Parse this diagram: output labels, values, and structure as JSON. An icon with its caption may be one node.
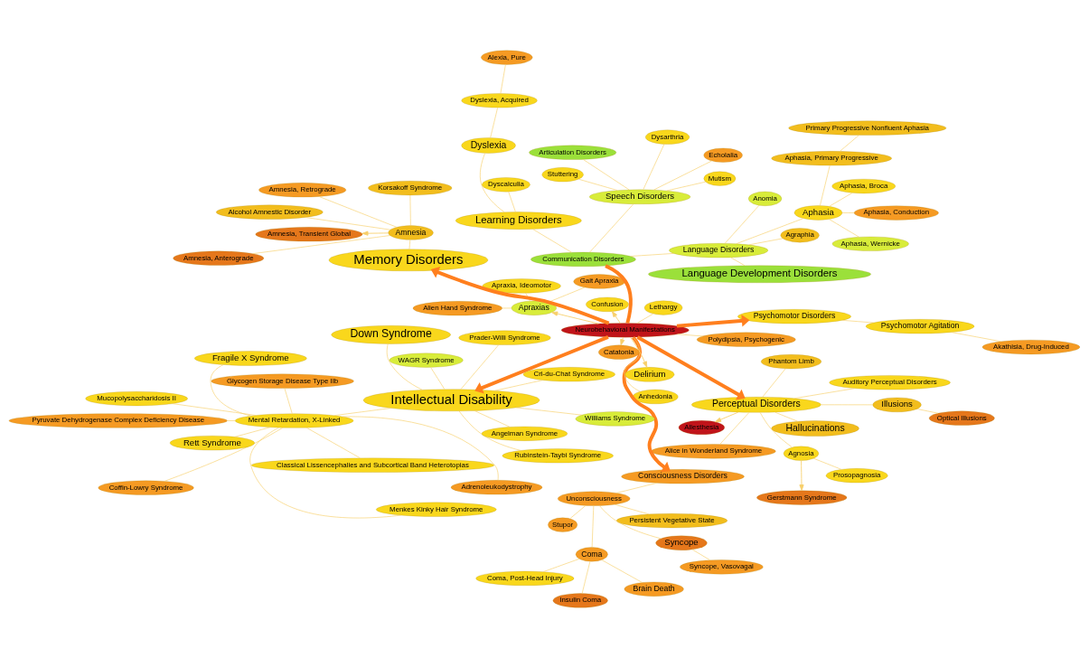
{
  "diagram": {
    "nodes": [
      {
        "text": [
          "Coma, Post-Head Injury"
        ]
      },
      {
        "text": [
          "Brain Death"
        ]
      },
      {
        "text": [
          "Insulin Coma"
        ]
      },
      {
        "text": [
          "Coma"
        ]
      },
      {
        "text": [
          "Persistent Vegetative State"
        ]
      },
      {
        "text": [
          "Stupor"
        ]
      },
      {
        "text": [
          "Syncope, Vasovagal"
        ]
      },
      {
        "text": [
          "Syncope"
        ]
      },
      {
        "text": [
          "Unconsciousness"
        ]
      },
      {
        "text": [
          "Optical Illusions"
        ]
      },
      {
        "text": [
          "Prosopagnosia"
        ]
      },
      {
        "text": [
          "Gerstmann Syndrome"
        ]
      },
      {
        "text": [
          "Agnosia"
        ]
      },
      {
        "text": [
          "Illusions"
        ]
      },
      {
        "text": [
          "Auditory Perceptual Disorders"
        ]
      },
      {
        "text": [
          "Alice in Wonderland Syndrome"
        ]
      },
      {
        "text": [
          "Hallucinations"
        ]
      },
      {
        "text": [
          "Phantom Limb"
        ]
      },
      {
        "text": [
          "Allesthesia"
        ]
      },
      {
        "text": [
          "Perceptual Disorders"
        ]
      },
      {
        "text": [
          "Apraxia, Ideomotor"
        ]
      },
      {
        "text": [
          "Alien Hand Syndrome"
        ]
      },
      {
        "text": [
          "Consciousness Disorders"
        ]
      },
      {
        "text": [
          "Gait Apraxia"
        ]
      },
      {
        "text": [
          "Apraxias"
        ]
      },
      {
        "text": [
          "Akathisia, Drug-Induced"
        ]
      },
      {
        "text": [
          "Psychomotor Agitation"
        ]
      },
      {
        "text": [
          "Psychomotor Disorders"
        ]
      },
      {
        "text": [
          "Anhedonia"
        ]
      },
      {
        "text": [
          "Polydipsia, Psychogenic"
        ]
      },
      {
        "text": [
          "Neurobehavioral Manifestations"
        ]
      },
      {
        "text": [
          "Lethargy"
        ]
      },
      {
        "text": [
          "Catatonia"
        ]
      },
      {
        "text": [
          "Confusion"
        ]
      },
      {
        "text": [
          "Memory Disorders"
        ]
      },
      {
        "text": [
          "Delirium"
        ]
      },
      {
        "text": [
          "Amnesia, Retrograde"
        ]
      },
      {
        "text": [
          "Korsakoff Syndrome"
        ]
      },
      {
        "text": [
          "Amnesia"
        ]
      },
      {
        "text": [
          "Amnesia, Anterograde"
        ]
      },
      {
        "text": [
          "Alcohol Amnestic Disorder"
        ]
      },
      {
        "text": [
          "Amnesia, Transient Global"
        ]
      },
      {
        "text": [
          "Primary Progressive Nonfluent Aphasia"
        ]
      },
      {
        "text": [
          "Aphasia, Primary Progressive"
        ]
      },
      {
        "text": [
          "Aphasia, Conduction"
        ]
      },
      {
        "text": [
          "Stuttering"
        ]
      },
      {
        "text": [
          "Aphasia"
        ]
      },
      {
        "text": [
          "Aphasia, Wernicke"
        ]
      },
      {
        "text": [
          "Mutism"
        ]
      },
      {
        "text": [
          "Aphasia, Broca"
        ]
      },
      {
        "text": [
          "Anomia"
        ]
      },
      {
        "text": [
          "Speech Disorders"
        ]
      },
      {
        "text": [
          "Agraphia"
        ]
      },
      {
        "text": [
          "Language Disorders"
        ]
      },
      {
        "text": [
          "Echolalia"
        ]
      },
      {
        "text": [
          "Communication Disorders"
        ]
      },
      {
        "text": [
          "Language Development Disorders"
        ]
      },
      {
        "text": [
          "Articulation Disorders"
        ]
      },
      {
        "text": [
          "Learning Disorders"
        ]
      },
      {
        "text": [
          "Dyslexia"
        ]
      },
      {
        "text": [
          "Dyscalculia"
        ]
      },
      {
        "text": [
          "Dysarthria"
        ]
      },
      {
        "text": [
          "Dyslexia, Acquired"
        ]
      },
      {
        "text": [
          "Alexia, Pure"
        ]
      },
      {
        "text": [
          "Intellectual Disability"
        ]
      },
      {
        "text": [
          "WAGR Syndrome"
        ]
      },
      {
        "text": [
          "Cri-du-Chat Syndrome"
        ]
      },
      {
        "text": [
          "Williams Syndrome"
        ]
      },
      {
        "text": [
          "Rubinstein-Taybi Syndrome"
        ]
      },
      {
        "text": [
          "Down Syndrome"
        ]
      },
      {
        "text": [
          "Angelman Syndrome"
        ]
      },
      {
        "text": [
          "Prader-Willi Syndrome"
        ]
      },
      {
        "text": [
          "Mental Retardation, X-Linked"
        ]
      },
      {
        "text": [
          "Mucopolysaccharidosis II"
        ]
      },
      {
        "text": [
          "Classical Lissencephalies and Subcortical Band Heterotopias"
        ]
      },
      {
        "text": [
          "Menkes Kinky Hair Syndrome"
        ]
      },
      {
        "text": [
          "Glycogen Storage Disease Type IIb"
        ]
      },
      {
        "text": [
          "Coffin-Lowry Syndrome"
        ]
      },
      {
        "text": [
          "Pyruvate Dehydrogenase Complex Deficiency Disease"
        ]
      },
      {
        "text": [
          "Adrenoleukodystrophy"
        ]
      },
      {
        "text": [
          "Fragile X Syndrome"
        ]
      },
      {
        "text": [
          "Rett Syndrome"
        ]
      }
    ],
    "edges": [
      {
        "from": 30,
        "to": 22,
        "arrow": "to",
        "style": "thick",
        "color": "#ff7f1e"
      },
      {
        "from": 30,
        "to": 19,
        "arrow": "to",
        "style": "thick",
        "color": "#ff7f1e"
      },
      {
        "from": 30,
        "to": 24,
        "arrow": "to"
      },
      {
        "from": 30,
        "to": 27,
        "arrow": "to",
        "style": "thick",
        "color": "#ff7f1e"
      },
      {
        "from": 30,
        "to": 28,
        "arrow": "none"
      },
      {
        "from": 30,
        "to": 29,
        "arrow": "none"
      },
      {
        "from": 30,
        "to": 31,
        "arrow": "none"
      },
      {
        "from": 30,
        "to": 32,
        "arrow": "to"
      },
      {
        "from": 30,
        "to": 33,
        "arrow": "to"
      },
      {
        "from": 30,
        "to": 34,
        "arrow": "to",
        "style": "thick",
        "color": "#ff7f1e"
      },
      {
        "from": 30,
        "to": 35,
        "arrow": "to"
      },
      {
        "from": 30,
        "to": 64,
        "arrow": "to",
        "style": "thick",
        "color": "#ff7f1e"
      },
      {
        "from": 30,
        "to": 55,
        "arrow": "none",
        "style": "thick",
        "color": "#ff7f1e"
      },
      {
        "from": 22,
        "to": 8,
        "arrow": "none"
      },
      {
        "from": 8,
        "to": 3,
        "arrow": "none"
      },
      {
        "from": 8,
        "to": 4,
        "arrow": "none"
      },
      {
        "from": 8,
        "to": 5,
        "arrow": "none"
      },
      {
        "from": 8,
        "to": 7,
        "arrow": "none"
      },
      {
        "from": 7,
        "to": 6,
        "arrow": "none"
      },
      {
        "from": 3,
        "to": 1,
        "arrow": "none"
      },
      {
        "from": 3,
        "to": 2,
        "arrow": "none"
      },
      {
        "from": 3,
        "to": 0,
        "arrow": "none"
      },
      {
        "from": 19,
        "to": 13,
        "arrow": "none"
      },
      {
        "from": 13,
        "to": 9,
        "arrow": "none"
      },
      {
        "from": 19,
        "to": 12,
        "arrow": "none"
      },
      {
        "from": 12,
        "to": 10,
        "arrow": "none"
      },
      {
        "from": 12,
        "to": 11,
        "arrow": "to"
      },
      {
        "from": 19,
        "to": 14,
        "arrow": "none"
      },
      {
        "from": 19,
        "to": 15,
        "arrow": "none"
      },
      {
        "from": 19,
        "to": 16,
        "arrow": "none"
      },
      {
        "from": 19,
        "to": 17,
        "arrow": "none"
      },
      {
        "from": 19,
        "to": 18,
        "arrow": "to"
      },
      {
        "from": 24,
        "to": 20,
        "arrow": "none"
      },
      {
        "from": 24,
        "to": 21,
        "arrow": "none"
      },
      {
        "from": 24,
        "to": 23,
        "arrow": "none"
      },
      {
        "from": 27,
        "to": 26,
        "arrow": "none"
      },
      {
        "from": 26,
        "to": 25,
        "arrow": "none"
      },
      {
        "from": 34,
        "to": 38,
        "arrow": "none"
      },
      {
        "from": 38,
        "to": 36,
        "arrow": "none"
      },
      {
        "from": 38,
        "to": 37,
        "arrow": "none"
      },
      {
        "from": 38,
        "to": 39,
        "arrow": "none"
      },
      {
        "from": 38,
        "to": 40,
        "arrow": "none"
      },
      {
        "from": 38,
        "to": 41,
        "arrow": "to"
      },
      {
        "from": 55,
        "to": 58,
        "arrow": "none"
      },
      {
        "from": 55,
        "to": 53,
        "arrow": "none"
      },
      {
        "from": 55,
        "to": 51,
        "arrow": "none"
      },
      {
        "from": 58,
        "to": 59,
        "arrow": "none"
      },
      {
        "from": 58,
        "to": 60,
        "arrow": "none"
      },
      {
        "from": 59,
        "to": 62,
        "arrow": "none"
      },
      {
        "from": 62,
        "to": 63,
        "arrow": "none"
      },
      {
        "from": 53,
        "to": 56,
        "arrow": "none"
      },
      {
        "from": 53,
        "to": 50,
        "arrow": "none"
      },
      {
        "from": 53,
        "to": 52,
        "arrow": "none"
      },
      {
        "from": 53,
        "to": 46,
        "arrow": "none"
      },
      {
        "from": 51,
        "to": 45,
        "arrow": "none"
      },
      {
        "from": 51,
        "to": 48,
        "arrow": "none"
      },
      {
        "from": 51,
        "to": 54,
        "arrow": "none"
      },
      {
        "from": 51,
        "to": 57,
        "arrow": "none"
      },
      {
        "from": 51,
        "to": 61,
        "arrow": "none"
      },
      {
        "from": 46,
        "to": 49,
        "arrow": "none"
      },
      {
        "from": 46,
        "to": 47,
        "arrow": "none"
      },
      {
        "from": 46,
        "to": 44,
        "arrow": "none"
      },
      {
        "from": 46,
        "to": 43,
        "arrow": "none"
      },
      {
        "from": 43,
        "to": 42,
        "arrow": "none"
      },
      {
        "from": 64,
        "to": 65,
        "arrow": "none"
      },
      {
        "from": 64,
        "to": 66,
        "arrow": "none"
      },
      {
        "from": 64,
        "to": 67,
        "arrow": "none"
      },
      {
        "from": 64,
        "to": 68,
        "arrow": "none"
      },
      {
        "from": 64,
        "to": 69,
        "arrow": "none"
      },
      {
        "from": 64,
        "to": 70,
        "arrow": "none"
      },
      {
        "from": 64,
        "to": 71,
        "arrow": "none"
      },
      {
        "from": 64,
        "to": 72,
        "arrow": "none"
      },
      {
        "from": 72,
        "to": 73,
        "arrow": "none"
      },
      {
        "from": 72,
        "to": 74,
        "arrow": "none"
      },
      {
        "from": 72,
        "to": 75,
        "arrow": "none"
      },
      {
        "from": 72,
        "to": 76,
        "arrow": "none"
      },
      {
        "from": 72,
        "to": 77,
        "arrow": "none"
      },
      {
        "from": 72,
        "to": 78,
        "arrow": "none"
      },
      {
        "from": 72,
        "to": 79,
        "arrow": "none"
      },
      {
        "from": 72,
        "to": 80,
        "arrow": "none"
      },
      {
        "from": 72,
        "to": 81,
        "arrow": "none"
      }
    ]
  }
}
